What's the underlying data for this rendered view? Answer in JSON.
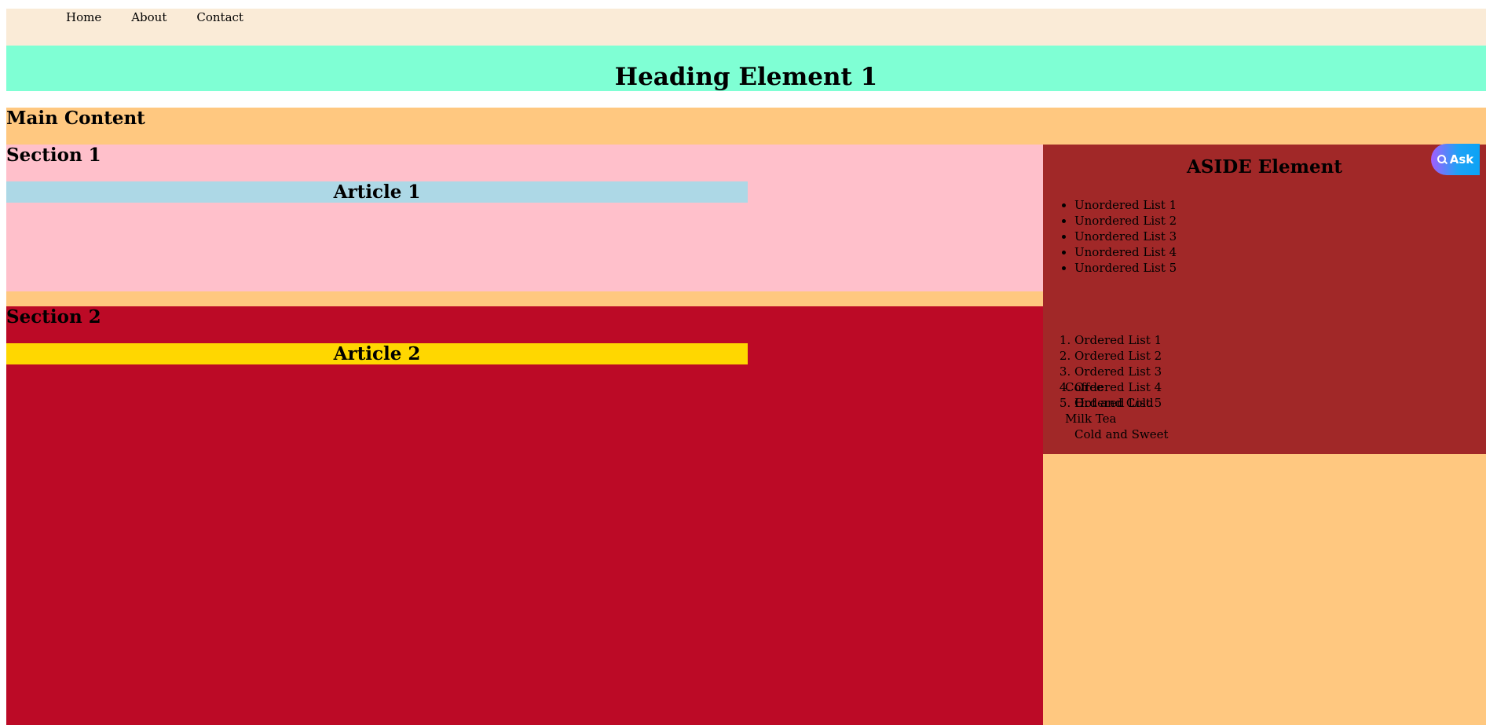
{
  "nav": {
    "items": [
      "Home",
      "About",
      "Contact"
    ]
  },
  "header": {
    "title": "Heading Element 1"
  },
  "main": {
    "title": "Main Content",
    "sections": [
      {
        "title": "Section 1",
        "article_title": "Article 1"
      },
      {
        "title": "Section 2",
        "article_title": "Article 2"
      }
    ]
  },
  "aside": {
    "title": "ASIDE Element",
    "unordered": [
      "Unordered List 1",
      "Unordered List 2",
      "Unordered List 3",
      "Unordered List 4",
      "Unordered List 5"
    ],
    "ordered": [
      "Ordered List 1",
      "Ordered List 2",
      "Ordered List 3",
      "Ordered List 4",
      "Ordered List 5"
    ],
    "definitions": [
      {
        "term": "Coffee",
        "desc": "Hot and Cold"
      },
      {
        "term": "Milk Tea",
        "desc": "Cold and Sweet"
      }
    ]
  },
  "ask_button": {
    "label": "Ask",
    "icon": "search-icon"
  },
  "colors": {
    "nav_bg": "#faebd7",
    "header_bg": "#7fffd4",
    "main_bg": "#ffc880",
    "section1_bg": "#ffc0cb",
    "section2_bg": "#bc0a26",
    "article1_bg": "#add8e6",
    "article2_bg": "#ffd700",
    "aside_bg": "#a12828"
  }
}
